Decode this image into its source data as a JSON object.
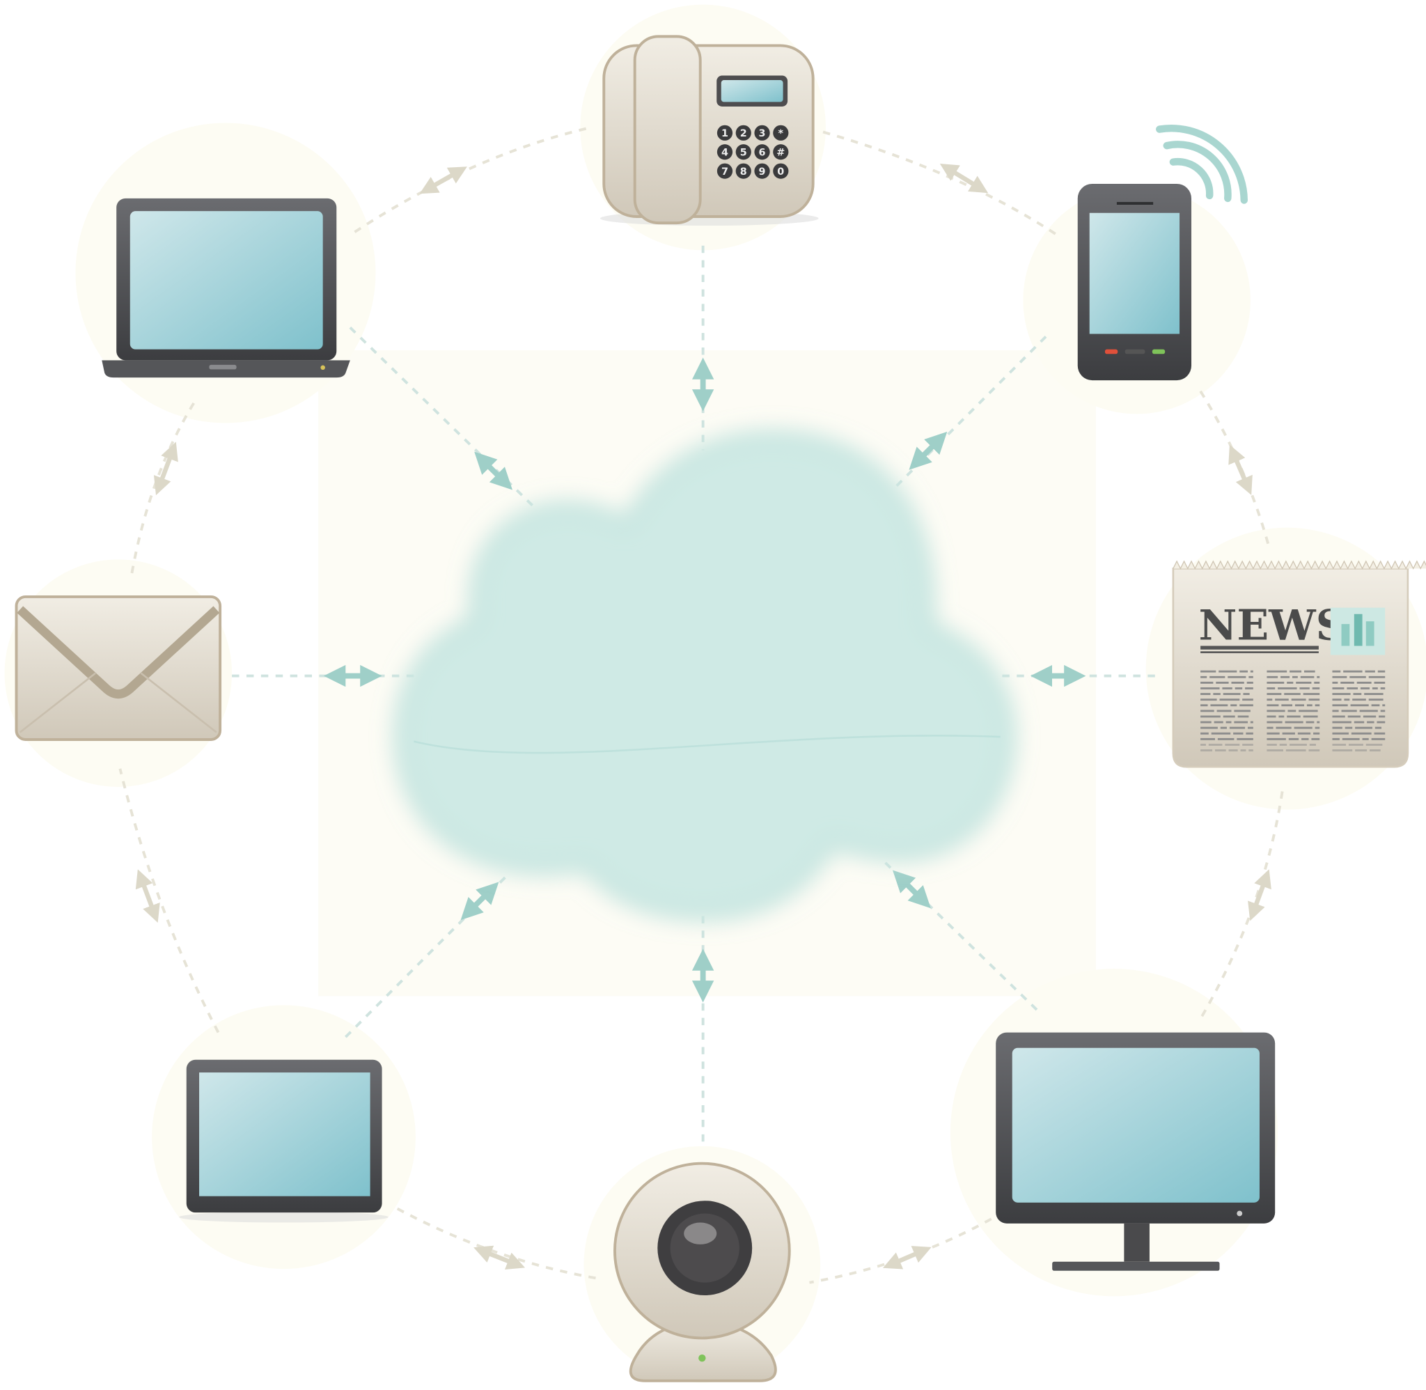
{
  "diagram": {
    "center": "cloud",
    "devices": [
      "desk-phone",
      "mobile-phone",
      "newspaper",
      "monitor",
      "webcam",
      "tablet",
      "envelope",
      "laptop"
    ],
    "newspaper": {
      "headline": "NEWS"
    },
    "desk_phone": {
      "keys": [
        "1",
        "2",
        "3",
        "*",
        "4",
        "5",
        "6",
        "#",
        "7",
        "8",
        "9",
        "0"
      ]
    },
    "colors": {
      "cloud": "#a3d3cc",
      "screen": "#8cc9d3",
      "device_dark": "#4a4a4c",
      "cream": "#e9e3d6",
      "dash_line": "#cfe3df",
      "arrow": "#9fcfc8"
    }
  }
}
